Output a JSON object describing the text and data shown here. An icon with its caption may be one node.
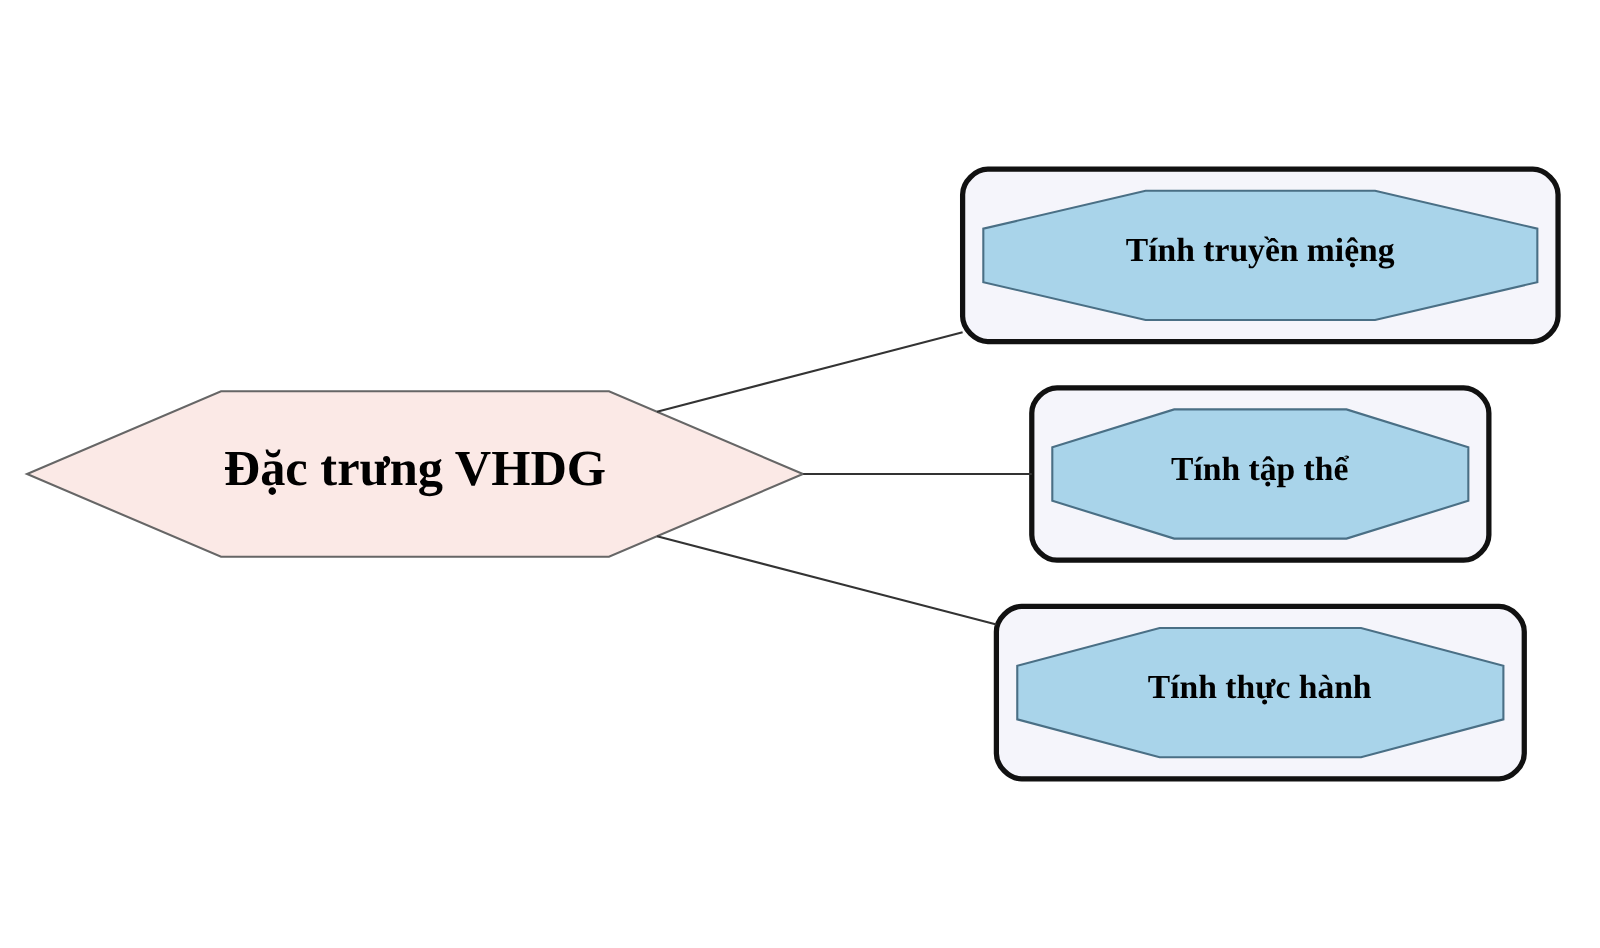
{
  "diagram": {
    "nodes": [
      {
        "text": [
          "Đặc trưng VHDG"
        ]
      },
      {
        "text": [],
        "shape": "box"
      },
      {
        "text": [
          "Tính truyền miệng"
        ],
        "in": 1
      },
      {
        "text": [],
        "shape": "box"
      },
      {
        "text": [
          "Tính tập thể"
        ],
        "in": 3
      },
      {
        "text": [],
        "shape": "box"
      },
      {
        "text": [
          "Tính thực hành"
        ],
        "in": 5
      }
    ],
    "edges": [
      {
        "from": 0,
        "to": 1,
        "arrow": "none"
      },
      {
        "from": 0,
        "to": 3,
        "arrow": "none"
      },
      {
        "from": 0,
        "to": 5,
        "arrow": "none"
      }
    ]
  }
}
